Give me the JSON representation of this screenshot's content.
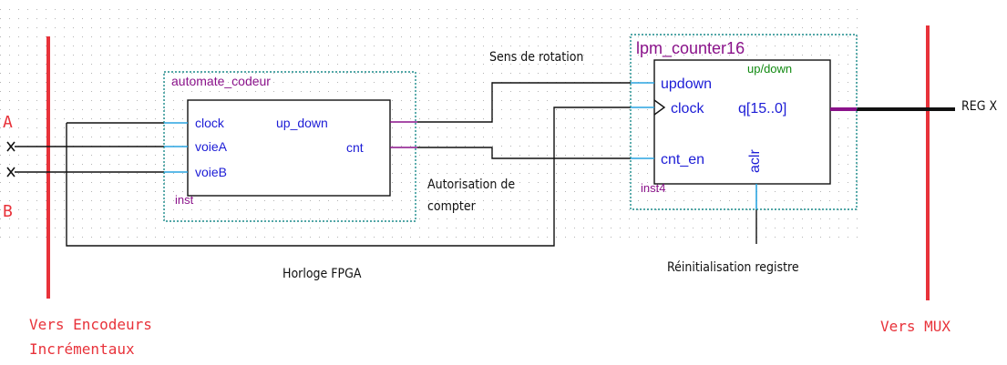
{
  "inputs": {
    "a_label": "A",
    "b_label": "B"
  },
  "left_bus": {
    "label_line1": "Vers Encodeurs",
    "label_line2": "Incrémentaux"
  },
  "right_bus": {
    "label": "Vers MUX"
  },
  "automate": {
    "title": "automate_codeur",
    "instance": "inst",
    "ports_in": [
      "clock",
      "voieA",
      "voieB"
    ],
    "ports_out": [
      "up_down",
      "cnt"
    ]
  },
  "counter": {
    "title": "lpm_counter16",
    "function": "up/down",
    "instance": "inst4",
    "ports_in": [
      "updown",
      "clock",
      "cnt_en"
    ],
    "port_out": "q[15..0]",
    "port_bottom": "aclr"
  },
  "annotations": {
    "sens": "Sens de rotation",
    "autorisation_line1": "Autorisation de",
    "autorisation_line2": "compter",
    "horloge": "Horloge FPGA",
    "reinit": "Réinitialisation registre",
    "regx": "REG X"
  },
  "colors": {
    "bus": "#e8323a",
    "wire": "#111111",
    "port_in": "#29a3e0",
    "port_out": "#8a128a",
    "frame": "#1a8a8a"
  }
}
